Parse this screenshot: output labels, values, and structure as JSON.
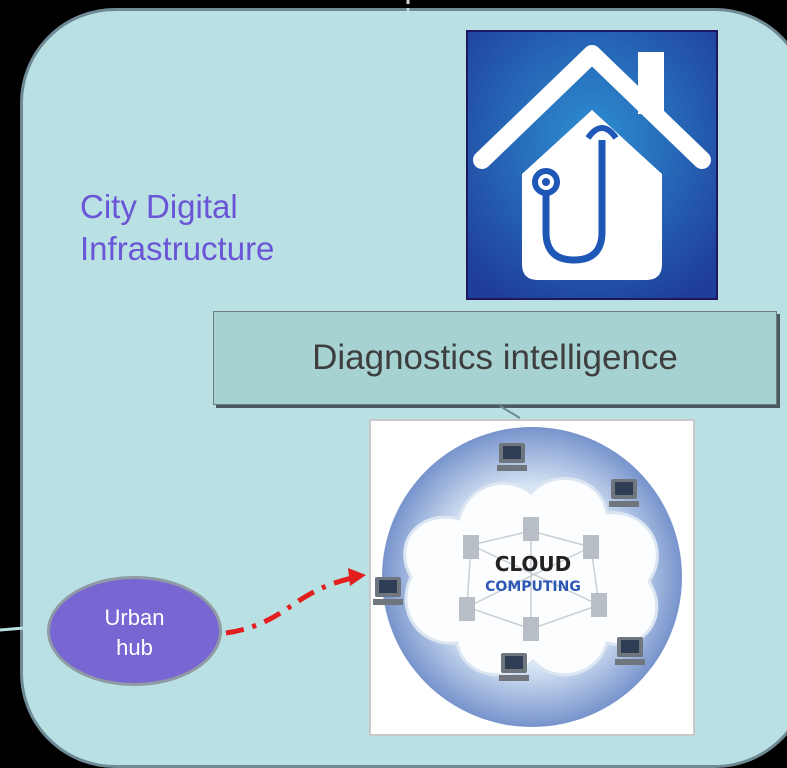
{
  "title": {
    "line1": "City Digital",
    "line2": "Infrastructure"
  },
  "diagnostics": {
    "label": "Diagnostics intelligence"
  },
  "cloud": {
    "line1": "CLOUD",
    "line2": "COMPUTING"
  },
  "hub": {
    "line1": "Urban",
    "line2": "hub"
  },
  "icons": {
    "house": "house-stethoscope-icon",
    "cloud": "cloud-computing-icon"
  },
  "colors": {
    "background": "#b9e0e3",
    "title": "#6a55d6",
    "house_fill": "#2b1f86",
    "hub_fill": "#7866d3",
    "arrow": "#e21e1e",
    "cloud_text": "#2d57b5"
  }
}
